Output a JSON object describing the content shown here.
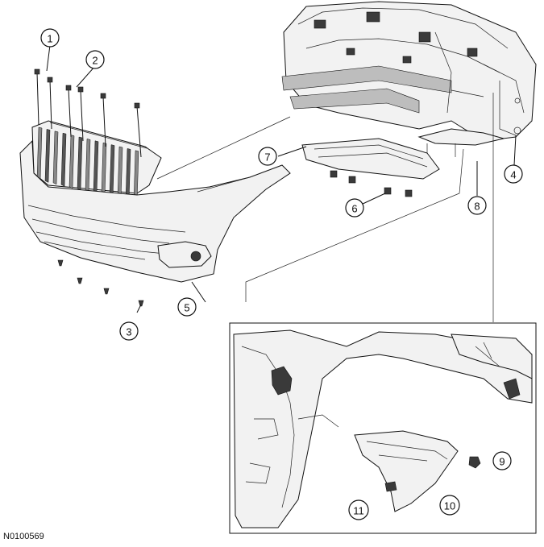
{
  "figure_id": "N0100569",
  "callouts": {
    "c1": "1",
    "c2": "2",
    "c3": "3",
    "c4": "4",
    "c5": "5",
    "c6": "6",
    "c7": "7",
    "c8": "8",
    "c9": "9",
    "c10": "10",
    "c11": "11"
  }
}
